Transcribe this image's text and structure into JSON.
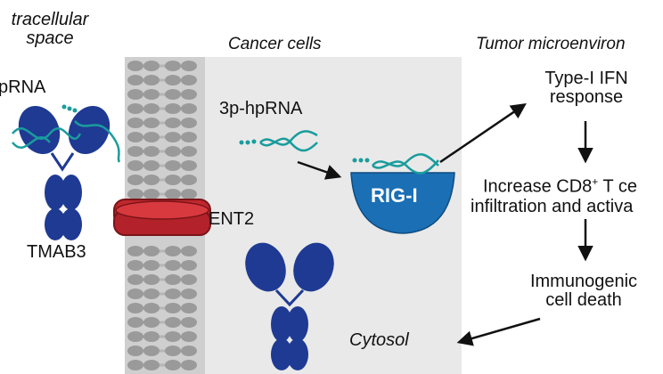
{
  "regions": {
    "extracellular": "tracellular\nspace",
    "cancer_cells": "Cancer cells",
    "tumor_microenvironment": "Tumor microenviron"
  },
  "molecules": {
    "left_label": "pRNA",
    "antibody_label": "TMAB3",
    "transporter_label": "ENT2",
    "rna_label": "3p-hpRNA",
    "sensor_label": "RIG-I",
    "cytosol_label": "Cytosol"
  },
  "flow": {
    "step1": "Type-I IFN\nresponse",
    "step2_line1": "Increase CD8",
    "step2_sup": "+",
    "step2_line1_end": " T ce",
    "step2_line2": "infiltration and activa",
    "step3": "Immunogenic\ncell death"
  },
  "colors": {
    "antibody": "#1f3a93",
    "rna": "#1a9c9c",
    "transporter": "#c0282d",
    "sensor": "#1a6fb5",
    "membrane": "#9a9a9a",
    "arrow": "#111111"
  }
}
